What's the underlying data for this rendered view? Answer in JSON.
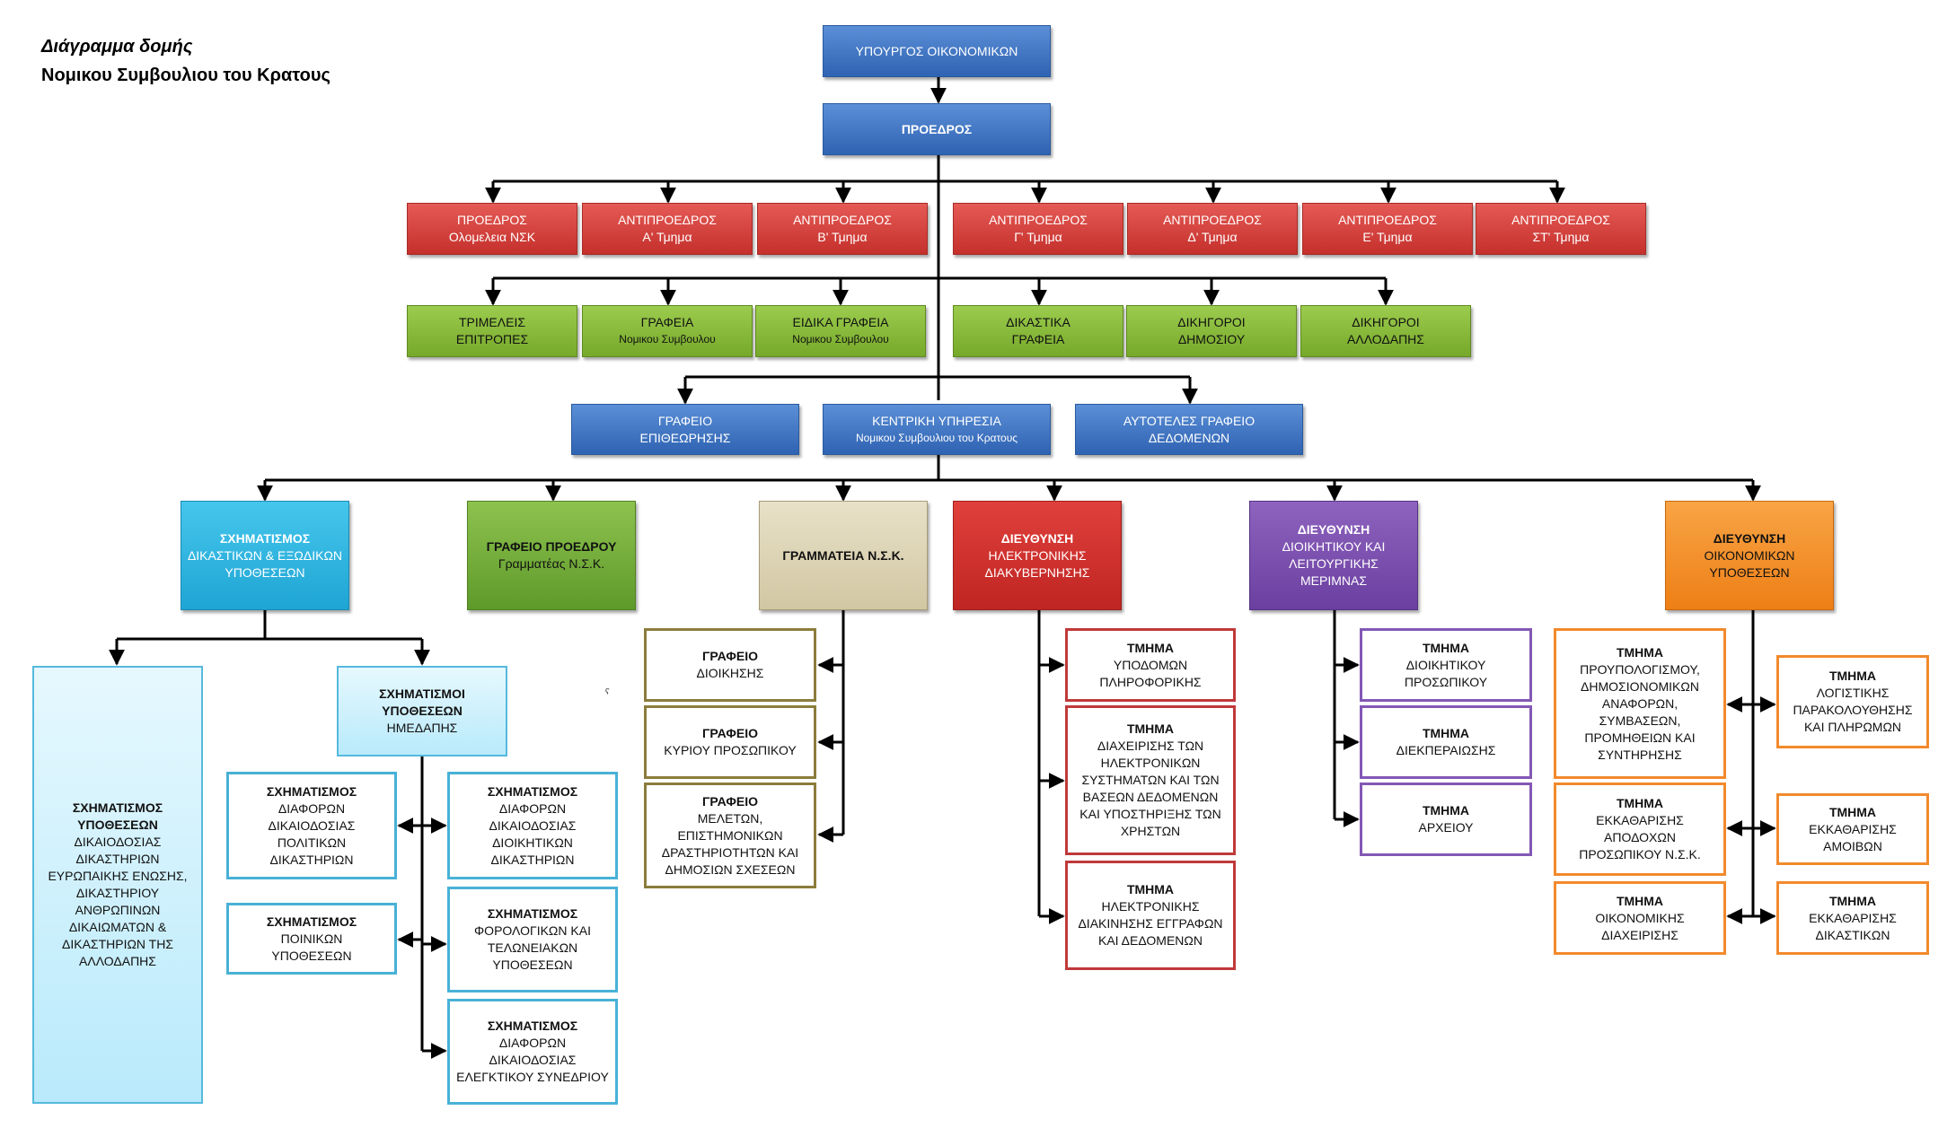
{
  "title": {
    "line1": "Διάγραμμα δομής",
    "line2": "Νομικου Συμβουλιου του Κρατους"
  },
  "minister": [
    "ΥΠΟΥΡΓΟΣ ΟΙΚΟΝΟΜΙΚΩΝ"
  ],
  "president": [
    "ΠΡΟΕΔΡΟΣ"
  ],
  "red_row": [
    [
      "ΠΡΟΕΔΡΟΣ",
      "Ολομελεια ΝΣΚ"
    ],
    [
      "ΑΝΤΙΠΡΟΕΔΡΟΣ",
      "Α' Τμημα"
    ],
    [
      "ΑΝΤΙΠΡΟΕΔΡΟΣ",
      "Β' Τμημα"
    ],
    [
      "ΑΝΤΙΠΡΟΕΔΡΟΣ",
      "Γ' Τμημα"
    ],
    [
      "ΑΝΤΙΠΡΟΕΔΡΟΣ",
      "Δ' Τμημα"
    ],
    [
      "ΑΝΤΙΠΡΟΕΔΡΟΣ",
      "Ε' Τμημα"
    ],
    [
      "ΑΝΤΙΠΡΟΕΔΡΟΣ",
      "ΣΤ' Τμημα"
    ]
  ],
  "green_row": [
    [
      "ΤΡΙΜΕΛΕΙΣ",
      "ΕΠΙΤΡΟΠΕΣ"
    ],
    [
      "ΓΡΑΦΕΙΑ",
      "Νομικου Συμβουλου"
    ],
    [
      "ΕΙΔΙΚΑ ΓΡΑΦΕΙΑ",
      "Νομικου Συμβουλου"
    ],
    [
      "ΔΙΚΑΣΤΙΚΑ",
      "ΓΡΑΦΕΙΑ"
    ],
    [
      "ΔΙΚΗΓΟΡΟΙ",
      "ΔΗΜΟΣΙΟΥ"
    ],
    [
      "ΔΙΚΗΓΟΡΟΙ",
      "ΑΛΛΟΔΑΠΗΣ"
    ]
  ],
  "blue_row": [
    [
      "ΓΡΑΦΕΙΟ",
      "ΕΠΙΘΕΩΡΗΣΗΣ"
    ],
    [
      "ΚΕΝΤΡΙΚΗ ΥΠΗΡΕΣΙΑ",
      "Νομικου Συμβουλιου του Κρατους"
    ],
    [
      "ΑΥΤΟΤΕΛΕΣ ΓΡΑΦΕΙΟ",
      "ΔΕΔΟΜΕΝΩΝ"
    ]
  ],
  "units": {
    "sxhmatismos": [
      "ΣΧΗΜΑΤΙΣΜΟΣ",
      "ΔΙΚΑΣΤΙΚΩΝ & ΕΞΩΔΙΚΩΝ",
      "ΥΠΟΘΕΣΕΩΝ"
    ],
    "grafeio_proedrou": [
      "ΓΡΑΦΕΙΟ ΠΡΟΕΔΡΟΥ",
      "Γραμματέας Ν.Σ.Κ."
    ],
    "grammateia": [
      "ΓΡΑΜΜΑΤΕΙΑ Ν.Σ.Κ."
    ],
    "dieuthynsi_hlektronikis": [
      "ΔΙΕΥΘΥΝΣΗ",
      "ΗΛΕΚΤΡΟΝΙΚΗΣ",
      "ΔΙΑΚΥΒΕΡΝΗΣΗΣ"
    ],
    "dieuthynsi_dioikitikou": [
      "ΔΙΕΥΘΥΝΣΗ",
      "ΔΙΟΙΚΗΤΙΚΟΥ ΚΑΙ",
      "ΛΕΙΤΟΥΡΓΙΚΗΣ",
      "ΜΕΡΙΜΝΑΣ"
    ],
    "dieuthynsi_oikonomikon": [
      "ΔΙΕΥΘΥΝΣΗ",
      "ΟΙΚΟΝΟΜΙΚΩΝ",
      "ΥΠΟΘΕΣΕΩΝ"
    ]
  },
  "sx_eu": [
    "ΣΧΗΜΑΤΙΣΜΟΣ",
    "ΥΠΟΘΕΣΕΩΝ",
    "ΔΙΚΑΙΟΔΟΣΙΑΣ",
    "ΔΙΚΑΣΤΗΡΙΩΝ",
    "ΕΥΡΩΠΑΙΚΗΣ ΕΝΩΣΗΣ,",
    "ΔΙΚΑΣΤΗΡΙΟΥ",
    "ΑΝΘΡΩΠΙΝΩΝ",
    "ΔΙΚΑΙΩΜΑΤΩΝ &",
    "ΔΙΚΑΣΤΗΡΙΩΝ ΤΗΣ",
    "ΑΛΛΟΔΑΠΗΣ"
  ],
  "sx_hmedapis": [
    "ΣΧΗΜΑΤΙΣΜΟΙ",
    "ΥΠΟΘΕΣΕΩΝ",
    "ΗΜΕΔΑΠΗΣ"
  ],
  "sx_children": {
    "politikon": [
      "ΣΧΗΜΑΤΙΣΜΟΣ",
      "ΔΙΑΦΟΡΩΝ",
      "ΔΙΚΑΙΟΔΟΣΙΑΣ",
      "ΠΟΛΙΤΙΚΩΝ",
      "ΔΙΚΑΣΤΗΡΙΩΝ"
    ],
    "poinikon": [
      "ΣΧΗΜΑΤΙΣΜΟΣ",
      "ΠΟΙΝΙΚΩΝ",
      "ΥΠΟΘΕΣΕΩΝ"
    ],
    "dioikitikon": [
      "ΣΧΗΜΑΤΙΣΜΟΣ",
      "ΔΙΑΦΟΡΩΝ",
      "ΔΙΚΑΙΟΔΟΣΙΑΣ",
      "ΔΙΟΙΚΗΤΙΚΩΝ",
      "ΔΙΚΑΣΤΗΡΙΩΝ"
    ],
    "forologikon": [
      "ΣΧΗΜΑΤΙΣΜΟΣ",
      "ΦΟΡΟΛΟΓΙΚΩΝ ΚΑΙ",
      "ΤΕΛΩΝΕΙΑΚΩΝ",
      "ΥΠΟΘΕΣΕΩΝ"
    ],
    "elegktikou": [
      "ΣΧΗΜΑΤΙΣΜΟΣ",
      "ΔΙΑΦΟΡΩΝ",
      "ΔΙΚΑΙΟΔΟΣΙΑΣ",
      "ΕΛΕΓΚΤΙΚΟΥ ΣΥΝΕΔΡΙΟΥ"
    ]
  },
  "stray_mark": "ˁ",
  "grammateia_children": [
    [
      "ΓΡΑΦΕΙΟ",
      "ΔΙΟΙΚΗΣΗΣ"
    ],
    [
      "ΓΡΑΦΕΙΟ",
      "ΚΥΡΙΟΥ ΠΡΟΣΩΠΙΚΟΥ"
    ],
    [
      "ΓΡΑΦΕΙΟ",
      "ΜΕΛΕΤΩΝ,",
      "ΕΠΙΣΤΗΜΟΝΙΚΩΝ",
      "ΔΡΑΣΤΗΡΙΟΤΗΤΩΝ ΚΑΙ",
      "ΔΗΜΟΣΙΩΝ ΣΧΕΣΕΩΝ"
    ]
  ],
  "hlektronikis_children": [
    [
      "ΤΜΗΜΑ",
      "ΥΠΟΔΟΜΩΝ",
      "ΠΛΗΡΟΦΟΡΙΚΗΣ"
    ],
    [
      "ΤΜΗΜΑ",
      "ΔΙΑΧΕΙΡΙΣΗΣ ΤΩΝ",
      "ΗΛΕΚΤΡΟΝΙΚΩΝ",
      "ΣΥΣΤΗΜΑΤΩΝ  ΚΑΙ ΤΩΝ",
      "ΒΑΣΕΩΝ ΔΕΔΟΜΕΝΩΝ",
      "ΚΑΙ ΥΠΟΣΤΗΡΙΞΗΣ ΤΩΝ",
      "ΧΡΗΣΤΩΝ"
    ],
    [
      "ΤΜΗΜΑ",
      "ΗΛΕΚΤΡΟΝΙΚΗΣ",
      "ΔΙΑΚΙΝΗΣΗΣ ΕΓΓΡΑΦΩΝ",
      "ΚΑΙ ΔΕΔΟΜΕΝΩΝ"
    ]
  ],
  "dioikitikou_children": [
    [
      "ΤΜΗΜΑ",
      "ΔΙΟΙΚΗΤΙΚΟΥ",
      "ΠΡΟΣΩΠΙΚΟΥ"
    ],
    [
      "ΤΜΗΜΑ",
      "ΔΙΕΚΠΕΡΑΙΩΣΗΣ"
    ],
    [
      "ΤΜΗΜΑ",
      "ΑΡΧΕΙΟΥ"
    ]
  ],
  "oikonomikon_left": [
    [
      "ΤΜΗΜΑ",
      "ΠΡΟΥΠΟΛΟΓΙΣΜΟΥ,",
      "ΔΗΜΟΣΙΟΝΟΜΙΚΩΝ",
      "ΑΝΑΦΟΡΩΝ,",
      "ΣΥΜΒΑΣΕΩΝ,",
      "ΠΡΟΜΗΘΕΙΩΝ ΚΑΙ",
      "ΣΥΝΤΗΡΗΣΗΣ"
    ],
    [
      "ΤΜΗΜΑ",
      "ΕΚΚΑΘΑΡΙΣΗΣ",
      "ΑΠΟΔΟΧΩΝ",
      "ΠΡΟΣΩΠΙΚΟΥ Ν.Σ.Κ."
    ],
    [
      "ΤΜΗΜΑ",
      "ΟΙΚΟΝΟΜΙΚΗΣ",
      "ΔΙΑΧΕΙΡΙΣΗΣ"
    ]
  ],
  "oikonomikon_right": [
    [
      "ΤΜΗΜΑ",
      "ΛΟΓΙΣΤΙΚΗΣ",
      "ΠΑΡΑΚΟΛΟΥΘΗΣΗΣ",
      "ΚΑΙ ΠΛΗΡΩΜΩΝ"
    ],
    [
      "ΤΜΗΜΑ",
      "ΕΚΚΑΘΑΡΙΣΗΣ",
      "ΑΜΟΙΒΩΝ"
    ],
    [
      "ΤΜΗΜΑ",
      "ΕΚΚΑΘΑΡΙΣΗΣ",
      "ΔΙΚΑΣΤΙΚΩΝ"
    ]
  ]
}
